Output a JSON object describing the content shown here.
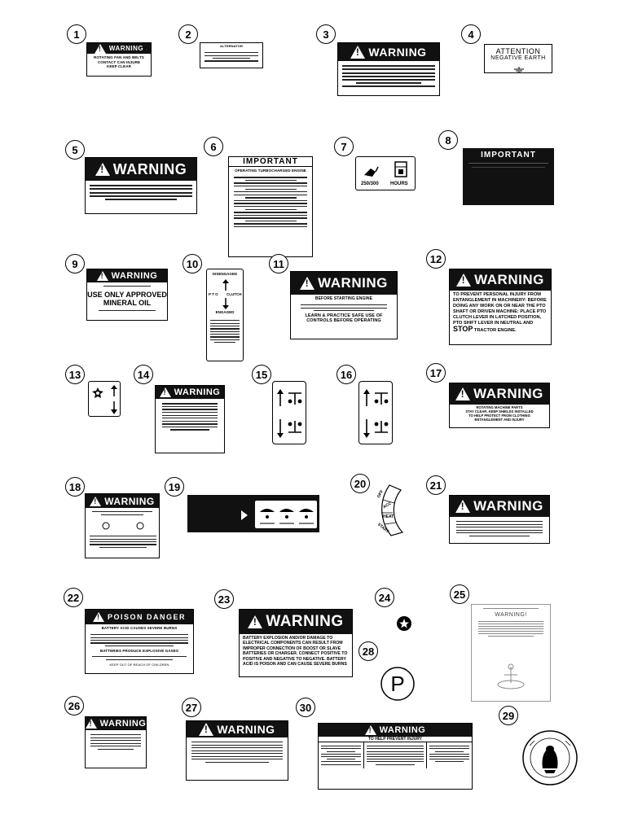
{
  "callouts": [
    "1",
    "2",
    "3",
    "4",
    "5",
    "6",
    "7",
    "8",
    "9",
    "10",
    "11",
    "12",
    "13",
    "14",
    "15",
    "16",
    "17",
    "18",
    "19",
    "20",
    "21",
    "22",
    "23",
    "24",
    "25",
    "26",
    "27",
    "28",
    "29",
    "30"
  ],
  "warning_word": "WARNING",
  "important_word": "IMPORTANT",
  "decals": {
    "d1": {
      "lines": [
        "ROTATING FAN AND BELTS",
        "CONTACT CAN INJURE",
        "KEEP CLEAR"
      ]
    },
    "d2": {
      "title": "ALTERNATOR"
    },
    "d4": {
      "line1": "ATTENTION",
      "line2": "NEGATIVE EARTH"
    },
    "d6": {
      "subtitle": "OPERATING TURBOCHARGED ENGINE"
    },
    "d7": {
      "label": "250/300",
      "unit": "HOURS"
    },
    "d9": {
      "line1": "USE ONLY APPROVED",
      "line2": "MINERAL OIL"
    },
    "d10": {
      "top": "DISENGAGED",
      "left": "P T O",
      "right": "CLUTCH",
      "bottom": "ENGAGED"
    },
    "d11": {
      "line1": "BEFORE STARTING ENGINE",
      "line2": "LEARN & PRACTICE SAFE USE OF",
      "line3": "CONTROLS BEFORE OPERATING"
    },
    "d12": {
      "text": "TO PREVENT PERSONAL INJURY FROM ENTANGLEMENT IN MACHINERY: BEFORE DOING ANY WORK ON OR NEAR THE PTO SHAFT OR DRIVEN MACHINE: PLACE PTO CLUTCH LEVER IN LATCHED POSITION, PTO SHIFT LEVER IN NEUTRAL AND",
      "emph": "STOP",
      "end": "TRACTOR ENGINE."
    },
    "d17": {
      "line1": "ROTATING MACHINE PARTS",
      "line2": "STAY CLEAR. KEEP SHIELDS INSTALLED",
      "line3": "TO HELP PROTECT FROM CLOTHING",
      "line4": "ENTANGLEMENT AND INJURY"
    },
    "d20": {
      "a": "OFF",
      "b": "ACC",
      "c": "HEAT",
      "d": "START"
    },
    "d22": {
      "title": "POISON DANGER",
      "line1": "BATTERY ACID CAUSES SEVERE BURNS",
      "line2": "BATTERIES PRODUCE EXPLOSIVE GASES",
      "line3": "KEEP OUT OF REACH OF CHILDREN"
    },
    "d23": {
      "text": "BATTERY EXPLOSION AND/OR DAMAGE TO ELECTRICAL COMPONENTS CAN RESULT FROM IMPROPER CONNECTION OF BOOST OR SLAVE BATTERIES OR CHARGER. CONNECT POSITIVE TO POSITIVE AND NEGATIVE TO NEGATIVE. BATTERY ACID IS POISON AND CAN CAUSE SEVERE BURNS"
    },
    "d25": {
      "word": "WARNING!"
    },
    "d28": {
      "symbol": "P"
    },
    "d30": {
      "subtitle": "TO HELP PREVENT INJURY"
    }
  }
}
